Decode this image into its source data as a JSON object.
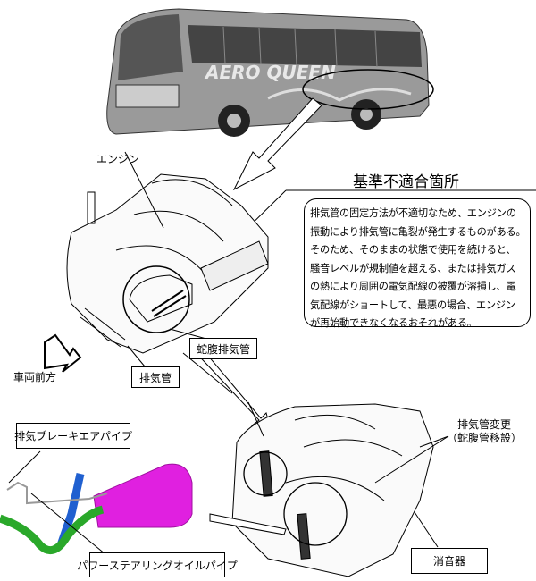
{
  "bus": {
    "logo_text": "AERO QUEEN"
  },
  "labels": {
    "engine": "エンジン",
    "bellows_pipe": "蛇腹排気管",
    "exhaust_pipe": "排気管",
    "vehicle_front": "車両前方",
    "exhaust_change_line1": "排気管変更",
    "exhaust_change_line2": "（蛇腹管移設）",
    "muffler": "消音器",
    "exhaust_brake_air_pipe": "排気ブレーキエアパイプ",
    "power_steering_oil_pipe": "パワーステアリングオイルパイプ"
  },
  "nonconformity": {
    "title": "基準不適合箇所",
    "lines": [
      "排気管の固定方法が不適切なため、エンジンの",
      "振動により排気管に亀裂が発生するものがある。",
      "そのため、そのままの状態で使用を続けると、",
      "騒音レベルが規制値を超える、または排気ガス",
      "の熱により周囲の電気配線の被覆が溶損し、電",
      "気配線がショートして、最悪の場合、エンジン",
      "が再始動できなくなるおそれがある。"
    ]
  },
  "colors": {
    "muffler": "#e020e0",
    "steering_pipe": "#2aa82a",
    "exhaust_pipe_3d": "#2060d0"
  }
}
